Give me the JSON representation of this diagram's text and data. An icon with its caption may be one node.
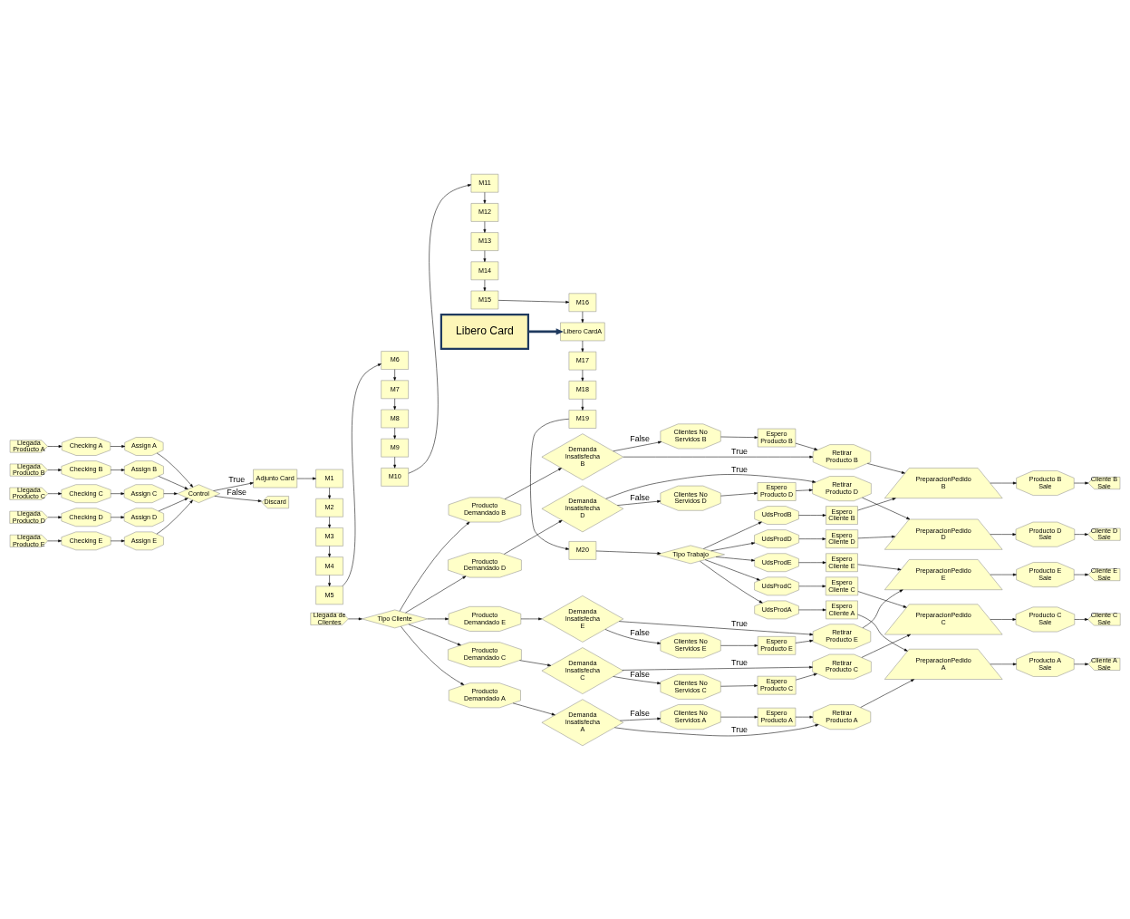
{
  "diagram": {
    "nodes": [
      {
        "text": [
          "Libero Card"
        ]
      },
      {
        "text": [
          "Llegada Producto A"
        ]
      },
      {
        "text": [
          "Llegada Producto B"
        ]
      },
      {
        "text": [
          "Llegada Producto C"
        ]
      },
      {
        "text": [
          "Llegada Producto D"
        ]
      },
      {
        "text": [
          "Llegada Producto E"
        ]
      },
      {
        "text": [
          "Checking A"
        ]
      },
      {
        "text": [
          "Checking B"
        ]
      },
      {
        "text": [
          "Checking C"
        ]
      },
      {
        "text": [
          "Checking D"
        ]
      },
      {
        "text": [
          "Checking E"
        ]
      },
      {
        "text": [
          "Assign A"
        ]
      },
      {
        "text": [
          "Assign B"
        ]
      },
      {
        "text": [
          "Assign C"
        ]
      },
      {
        "text": [
          "Assign D"
        ]
      },
      {
        "text": [
          "Assign E"
        ]
      },
      {
        "text": [
          "Control"
        ]
      },
      {
        "text": [
          "Adjunto Card"
        ]
      },
      {
        "text": [
          "Discard"
        ]
      },
      {
        "text": [
          "M1"
        ]
      },
      {
        "text": [
          "M2"
        ]
      },
      {
        "text": [
          "M3"
        ]
      },
      {
        "text": [
          "M4"
        ]
      },
      {
        "text": [
          "M5"
        ]
      },
      {
        "text": [
          "M6"
        ]
      },
      {
        "text": [
          "M7"
        ]
      },
      {
        "text": [
          "M8"
        ]
      },
      {
        "text": [
          "M9"
        ]
      },
      {
        "text": [
          "M10"
        ]
      },
      {
        "text": [
          "M11"
        ]
      },
      {
        "text": [
          "M12"
        ]
      },
      {
        "text": [
          "M13"
        ]
      },
      {
        "text": [
          "M14"
        ]
      },
      {
        "text": [
          "M15"
        ]
      },
      {
        "text": [
          "M16"
        ]
      },
      {
        "text": [
          "M17"
        ]
      },
      {
        "text": [
          "M18"
        ]
      },
      {
        "text": [
          "M19"
        ]
      },
      {
        "text": [
          "M20"
        ]
      },
      {
        "text": [
          "Libero CardA"
        ]
      },
      {
        "text": [
          "Tipo Trabajo"
        ]
      },
      {
        "text": [
          "UdsProdA"
        ]
      },
      {
        "text": [
          "UdsProdB"
        ]
      },
      {
        "text": [
          "UdsProdC"
        ]
      },
      {
        "text": [
          "UdsProdD"
        ]
      },
      {
        "text": [
          "UdsProdE"
        ]
      },
      {
        "text": [
          "Espero Cliente A"
        ]
      },
      {
        "text": [
          "Espero Cliente B"
        ]
      },
      {
        "text": [
          "Espero Cliente C"
        ]
      },
      {
        "text": [
          "Espero Cliente D"
        ]
      },
      {
        "text": [
          "Espero Cliente E"
        ]
      },
      {
        "text": [
          "PreparacionPedido A"
        ]
      },
      {
        "text": [
          "PreparacionPedido B"
        ]
      },
      {
        "text": [
          "PreparacionPedido C"
        ]
      },
      {
        "text": [
          "PreparacionPedido D"
        ]
      },
      {
        "text": [
          "PreparacionPedido E"
        ]
      },
      {
        "text": [
          "Producto A Sale"
        ]
      },
      {
        "text": [
          "Producto B Sale"
        ]
      },
      {
        "text": [
          "Producto C Sale"
        ]
      },
      {
        "text": [
          "Producto D Sale"
        ]
      },
      {
        "text": [
          "Producto E Sale"
        ]
      },
      {
        "text": [
          "Cliente A Sale"
        ]
      },
      {
        "text": [
          "Cliente B Sale"
        ]
      },
      {
        "text": [
          "Cliente C Sale"
        ]
      },
      {
        "text": [
          "Cliente D Sale"
        ]
      },
      {
        "text": [
          "Cliente E Sale"
        ]
      },
      {
        "text": [
          "Llegada de Clientes"
        ]
      },
      {
        "text": [
          "Tipo Cliente"
        ]
      },
      {
        "text": [
          "Producto Demandado A"
        ]
      },
      {
        "text": [
          "Producto Demandado B"
        ]
      },
      {
        "text": [
          "Producto Demandado C"
        ]
      },
      {
        "text": [
          "Producto Demandado D"
        ]
      },
      {
        "text": [
          "Producto Demandado E"
        ]
      },
      {
        "text": [
          "Demanda Insatisfecha A"
        ]
      },
      {
        "text": [
          "Demanda Insatisfecha B"
        ]
      },
      {
        "text": [
          "Demanda Insatisfecha C"
        ]
      },
      {
        "text": [
          "Demanda Insatisfecha D"
        ]
      },
      {
        "text": [
          "Demanda Insatisfecha E"
        ]
      },
      {
        "text": [
          "Clientes No Servidos A"
        ]
      },
      {
        "text": [
          "Clientes No Servidos B"
        ]
      },
      {
        "text": [
          "Clientes No Servidos C"
        ]
      },
      {
        "text": [
          "Clientes No Servidos D"
        ]
      },
      {
        "text": [
          "Clientes No Servidos E"
        ]
      },
      {
        "text": [
          "Espero Producto A"
        ]
      },
      {
        "text": [
          "Espero Producto B"
        ]
      },
      {
        "text": [
          "Espero Producto C"
        ]
      },
      {
        "text": [
          "Espero Producto D"
        ]
      },
      {
        "text": [
          "Espero Producto E"
        ]
      },
      {
        "text": [
          "Retirar Producto A"
        ]
      },
      {
        "text": [
          "Retirar Producto B"
        ]
      },
      {
        "text": [
          "Retirar Producto C"
        ]
      },
      {
        "text": [
          "Retirar Producto D"
        ]
      },
      {
        "text": [
          "Retirar Producto E"
        ]
      }
    ],
    "edges": [
      {
        "from": 0,
        "to": 39,
        "arrow": "to",
        "style": "thick",
        "color": "#1f3a5f"
      },
      {
        "from": 1,
        "to": 6,
        "arrow": "to"
      },
      {
        "from": 2,
        "to": 7,
        "arrow": "to"
      },
      {
        "from": 3,
        "to": 8,
        "arrow": "to"
      },
      {
        "from": 4,
        "to": 9,
        "arrow": "to"
      },
      {
        "from": 5,
        "to": 10,
        "arrow": "to"
      },
      {
        "from": 6,
        "to": 11,
        "arrow": "to"
      },
      {
        "from": 7,
        "to": 12,
        "arrow": "to"
      },
      {
        "from": 8,
        "to": 13,
        "arrow": "to"
      },
      {
        "from": 9,
        "to": 14,
        "arrow": "to"
      },
      {
        "from": 10,
        "to": 15,
        "arrow": "to"
      },
      {
        "from": 11,
        "to": 16,
        "arrow": "to"
      },
      {
        "from": 12,
        "to": 16,
        "arrow": "to"
      },
      {
        "from": 13,
        "to": 16,
        "arrow": "to"
      },
      {
        "from": 14,
        "to": 16,
        "arrow": "to"
      },
      {
        "from": 15,
        "to": 16,
        "arrow": "to"
      },
      {
        "from": 16,
        "to": 17,
        "arrow": "to",
        "label": "True"
      },
      {
        "from": 16,
        "to": 18,
        "arrow": "to",
        "label": "False"
      },
      {
        "from": 17,
        "to": 19,
        "arrow": "to"
      },
      {
        "from": 19,
        "to": 20,
        "arrow": "to"
      },
      {
        "from": 20,
        "to": 21,
        "arrow": "to"
      },
      {
        "from": 21,
        "to": 22,
        "arrow": "to"
      },
      {
        "from": 22,
        "to": 23,
        "arrow": "to"
      },
      {
        "from": 23,
        "to": 24,
        "arrow": "to"
      },
      {
        "from": 24,
        "to": 25,
        "arrow": "to"
      },
      {
        "from": 25,
        "to": 26,
        "arrow": "to"
      },
      {
        "from": 26,
        "to": 27,
        "arrow": "to"
      },
      {
        "from": 27,
        "to": 28,
        "arrow": "to"
      },
      {
        "from": 28,
        "to": 29,
        "arrow": "to"
      },
      {
        "from": 29,
        "to": 30,
        "arrow": "to"
      },
      {
        "from": 30,
        "to": 31,
        "arrow": "to"
      },
      {
        "from": 31,
        "to": 32,
        "arrow": "to"
      },
      {
        "from": 32,
        "to": 33,
        "arrow": "to"
      },
      {
        "from": 33,
        "to": 34,
        "arrow": "to"
      },
      {
        "from": 34,
        "to": 39,
        "arrow": "to"
      },
      {
        "from": 39,
        "to": 35,
        "arrow": "to"
      },
      {
        "from": 35,
        "to": 36,
        "arrow": "to"
      },
      {
        "from": 36,
        "to": 37,
        "arrow": "to"
      },
      {
        "from": 37,
        "to": 38,
        "arrow": "to"
      },
      {
        "from": 38,
        "to": 40,
        "arrow": "to"
      },
      {
        "from": 40,
        "to": 41,
        "arrow": "to"
      },
      {
        "from": 40,
        "to": 42,
        "arrow": "to"
      },
      {
        "from": 40,
        "to": 43,
        "arrow": "to"
      },
      {
        "from": 40,
        "to": 44,
        "arrow": "to"
      },
      {
        "from": 40,
        "to": 45,
        "arrow": "to"
      },
      {
        "from": 41,
        "to": 46,
        "arrow": "to"
      },
      {
        "from": 42,
        "to": 47,
        "arrow": "to"
      },
      {
        "from": 43,
        "to": 48,
        "arrow": "to"
      },
      {
        "from": 44,
        "to": 49,
        "arrow": "to"
      },
      {
        "from": 45,
        "to": 50,
        "arrow": "to"
      },
      {
        "from": 46,
        "to": 51,
        "arrow": "to"
      },
      {
        "from": 47,
        "to": 52,
        "arrow": "to"
      },
      {
        "from": 48,
        "to": 53,
        "arrow": "to"
      },
      {
        "from": 49,
        "to": 54,
        "arrow": "to"
      },
      {
        "from": 50,
        "to": 55,
        "arrow": "to"
      },
      {
        "from": 51,
        "to": 56,
        "arrow": "to"
      },
      {
        "from": 52,
        "to": 57,
        "arrow": "to"
      },
      {
        "from": 53,
        "to": 58,
        "arrow": "to"
      },
      {
        "from": 54,
        "to": 59,
        "arrow": "to"
      },
      {
        "from": 55,
        "to": 60,
        "arrow": "to"
      },
      {
        "from": 56,
        "to": 61,
        "arrow": "to"
      },
      {
        "from": 57,
        "to": 62,
        "arrow": "to"
      },
      {
        "from": 58,
        "to": 63,
        "arrow": "to"
      },
      {
        "from": 59,
        "to": 64,
        "arrow": "to"
      },
      {
        "from": 60,
        "to": 65,
        "arrow": "to"
      },
      {
        "from": 66,
        "to": 67,
        "arrow": "to"
      },
      {
        "from": 67,
        "to": 68,
        "arrow": "to"
      },
      {
        "from": 67,
        "to": 69,
        "arrow": "to"
      },
      {
        "from": 67,
        "to": 70,
        "arrow": "to"
      },
      {
        "from": 67,
        "to": 71,
        "arrow": "to"
      },
      {
        "from": 67,
        "to": 72,
        "arrow": "to"
      },
      {
        "from": 68,
        "to": 73,
        "arrow": "to"
      },
      {
        "from": 69,
        "to": 74,
        "arrow": "to"
      },
      {
        "from": 70,
        "to": 75,
        "arrow": "to"
      },
      {
        "from": 71,
        "to": 76,
        "arrow": "to"
      },
      {
        "from": 72,
        "to": 77,
        "arrow": "to"
      },
      {
        "from": 73,
        "to": 88,
        "arrow": "to",
        "label": "True"
      },
      {
        "from": 74,
        "to": 89,
        "arrow": "to",
        "label": "True"
      },
      {
        "from": 75,
        "to": 90,
        "arrow": "to",
        "label": "True"
      },
      {
        "from": 76,
        "to": 91,
        "arrow": "to",
        "label": "True"
      },
      {
        "from": 77,
        "to": 92,
        "arrow": "to",
        "label": "True"
      },
      {
        "from": 73,
        "to": 78,
        "arrow": "to",
        "label": "False"
      },
      {
        "from": 74,
        "to": 79,
        "arrow": "to",
        "label": "False"
      },
      {
        "from": 75,
        "to": 80,
        "arrow": "to",
        "label": "False"
      },
      {
        "from": 76,
        "to": 81,
        "arrow": "to",
        "label": "False"
      },
      {
        "from": 77,
        "to": 82,
        "arrow": "to",
        "label": "False"
      },
      {
        "from": 78,
        "to": 83,
        "arrow": "to"
      },
      {
        "from": 79,
        "to": 84,
        "arrow": "to"
      },
      {
        "from": 80,
        "to": 85,
        "arrow": "to"
      },
      {
        "from": 81,
        "to": 86,
        "arrow": "to"
      },
      {
        "from": 82,
        "to": 87,
        "arrow": "to"
      },
      {
        "from": 83,
        "to": 88,
        "arrow": "to"
      },
      {
        "from": 84,
        "to": 89,
        "arrow": "to"
      },
      {
        "from": 85,
        "to": 90,
        "arrow": "to"
      },
      {
        "from": 86,
        "to": 91,
        "arrow": "to"
      },
      {
        "from": 87,
        "to": 92,
        "arrow": "to"
      },
      {
        "from": 88,
        "to": 51,
        "arrow": "to"
      },
      {
        "from": 89,
        "to": 52,
        "arrow": "to"
      },
      {
        "from": 90,
        "to": 53,
        "arrow": "to"
      },
      {
        "from": 91,
        "to": 54,
        "arrow": "to"
      },
      {
        "from": 92,
        "to": 55,
        "arrow": "to"
      }
    ]
  }
}
